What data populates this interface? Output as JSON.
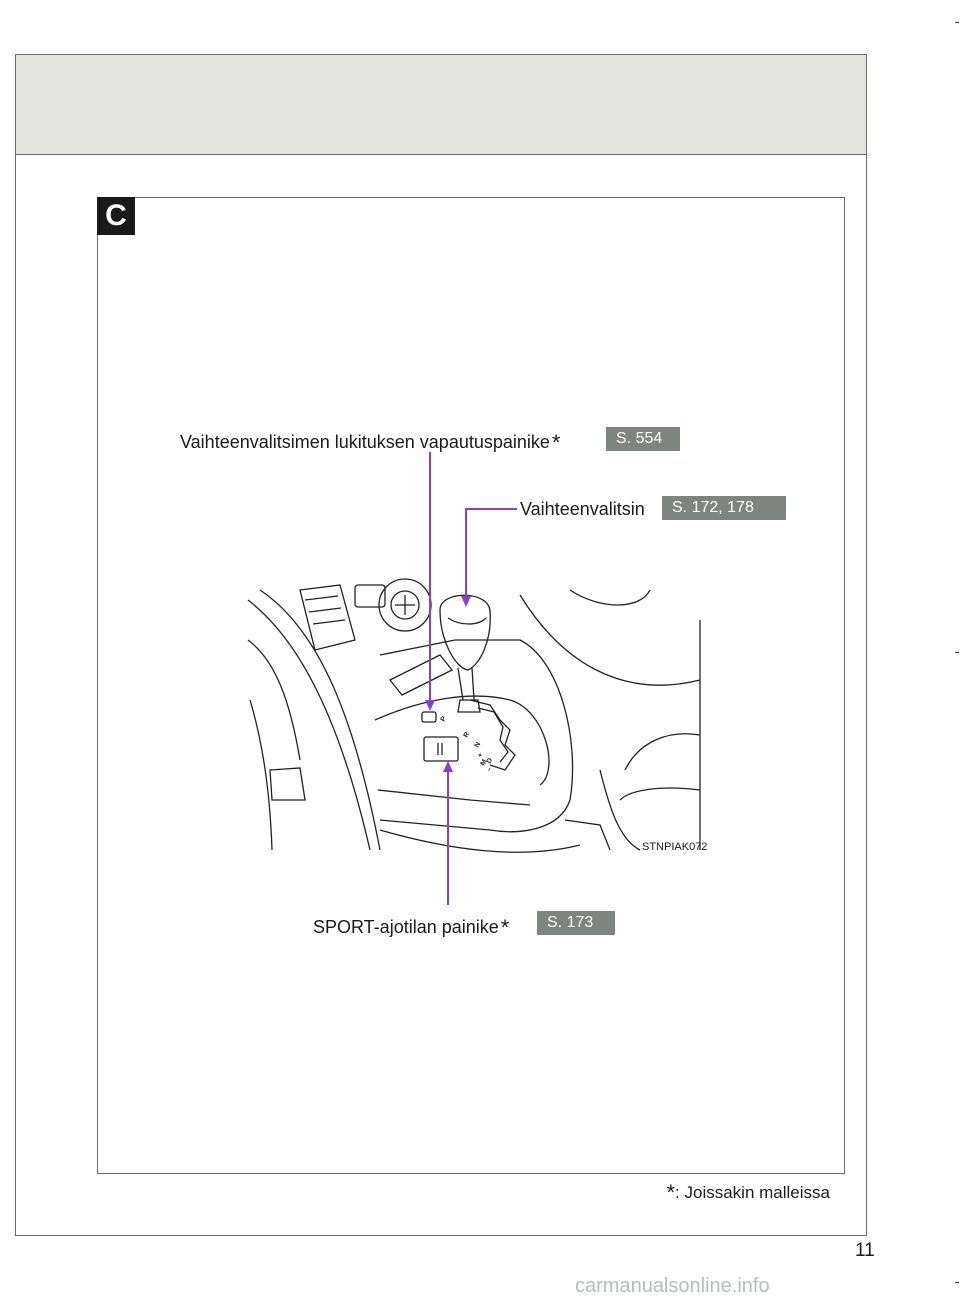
{
  "section": {
    "letter": "C"
  },
  "callouts": {
    "lock_release": {
      "label": "Vaihteenvalitsimen lukituksen vapautuspainike",
      "star": "*",
      "ref": "S. 554"
    },
    "shift_lever": {
      "label": "Vaihteenvalitsin",
      "ref": "S. 172, 178"
    },
    "sport_button": {
      "label": "SPORT-ajotilan painike",
      "star": "*",
      "ref": "S. 173"
    }
  },
  "illustration": {
    "image_code": "STNPIAK072",
    "gate_letters": [
      "P",
      "R",
      "N",
      "D",
      "+",
      "M",
      "–"
    ]
  },
  "footnote": {
    "star": "*",
    "text": ": Joissakin malleissa"
  },
  "page_number": "11",
  "watermark": "carmanualsonline.info",
  "colors": {
    "header_band": "#e3e4de",
    "ref_badge": "#7e8580",
    "callout_line": "#8a3fd1"
  }
}
